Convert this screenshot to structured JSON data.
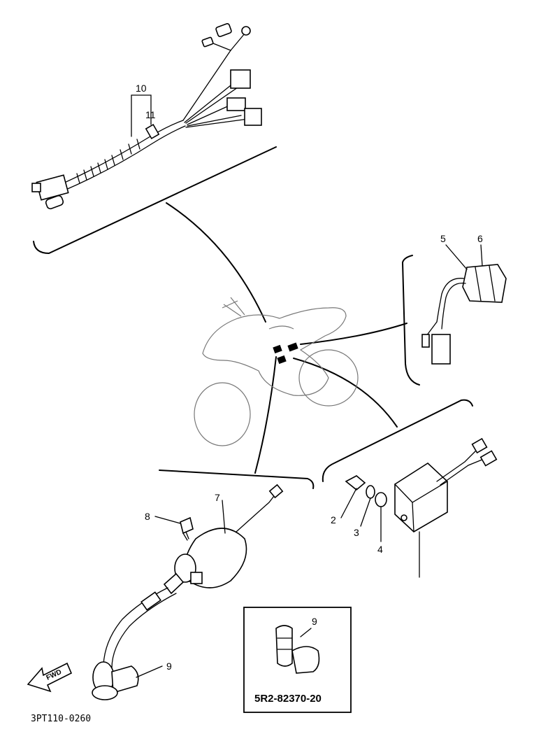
{
  "diagram": {
    "callouts": [
      {
        "id": "c10",
        "text": "10"
      },
      {
        "id": "c11",
        "text": "11"
      },
      {
        "id": "c5",
        "text": "5"
      },
      {
        "id": "c6",
        "text": "6"
      },
      {
        "id": "c7",
        "text": "7"
      },
      {
        "id": "c8",
        "text": "8"
      },
      {
        "id": "c2",
        "text": "2"
      },
      {
        "id": "c3",
        "text": "3"
      },
      {
        "id": "c4",
        "text": "4"
      },
      {
        "id": "c9a",
        "text": "9"
      },
      {
        "id": "c9b",
        "text": "9"
      }
    ],
    "inset_part_number": "5R2-82370-20",
    "forward_marker": "FWD",
    "drawing_code": "3PT110-0260"
  }
}
